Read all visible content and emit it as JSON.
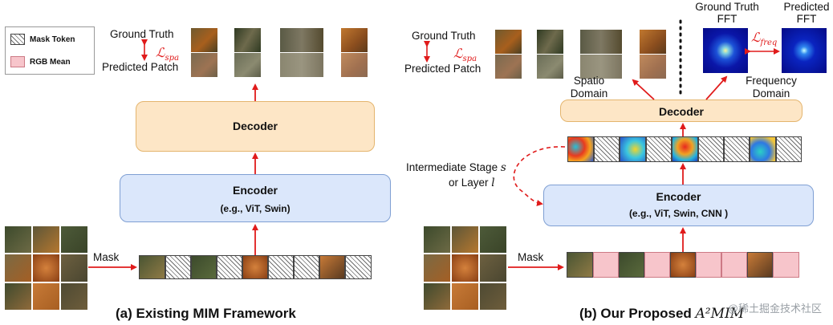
{
  "legend": {
    "mask_token": "Mask Token",
    "rgb_mean": "RGB Mean"
  },
  "left": {
    "ground_truth": "Ground Truth",
    "loss_base": "ℒ",
    "loss_sub": "spa",
    "predicted_patch": "Predicted Patch",
    "decoder": "Decoder",
    "encoder": "Encoder",
    "encoder_sub": "(e.g., ViT, Swin)",
    "mask": "Mask",
    "caption": "(a)  Existing MIM Framework"
  },
  "right": {
    "ground_truth": "Ground Truth",
    "loss_base": "ℒ",
    "loss_sub": "spa",
    "predicted_patch": "Predicted Patch",
    "spatio_domain": "Spatio Domain",
    "frequency_domain": "Frequency Domain",
    "gt_fft": "Ground Truth FFT",
    "pred_fft": "Predicted FFT",
    "freq_loss_base": "ℒ",
    "freq_loss_sub": "freq",
    "decoder": "Decoder",
    "encoder": "Encoder",
    "encoder_sub": "(e.g., ViT, Swin, CNN )",
    "intermediate_stage": "Intermediate Stage",
    "stage_var": "s",
    "or_layer": "or Layer",
    "layer_var": "l",
    "mask": "Mask",
    "caption_prefix": "(b)  Our Proposed",
    "caption_model": "A²MIM"
  },
  "watermark": "@稀土掘金技术社区",
  "colors": {
    "arrow": "#e01b1b",
    "encoder_fill": "#dbe7fb",
    "decoder_fill": "#fde6c6",
    "rgb_mean": "#f7c5cb"
  }
}
